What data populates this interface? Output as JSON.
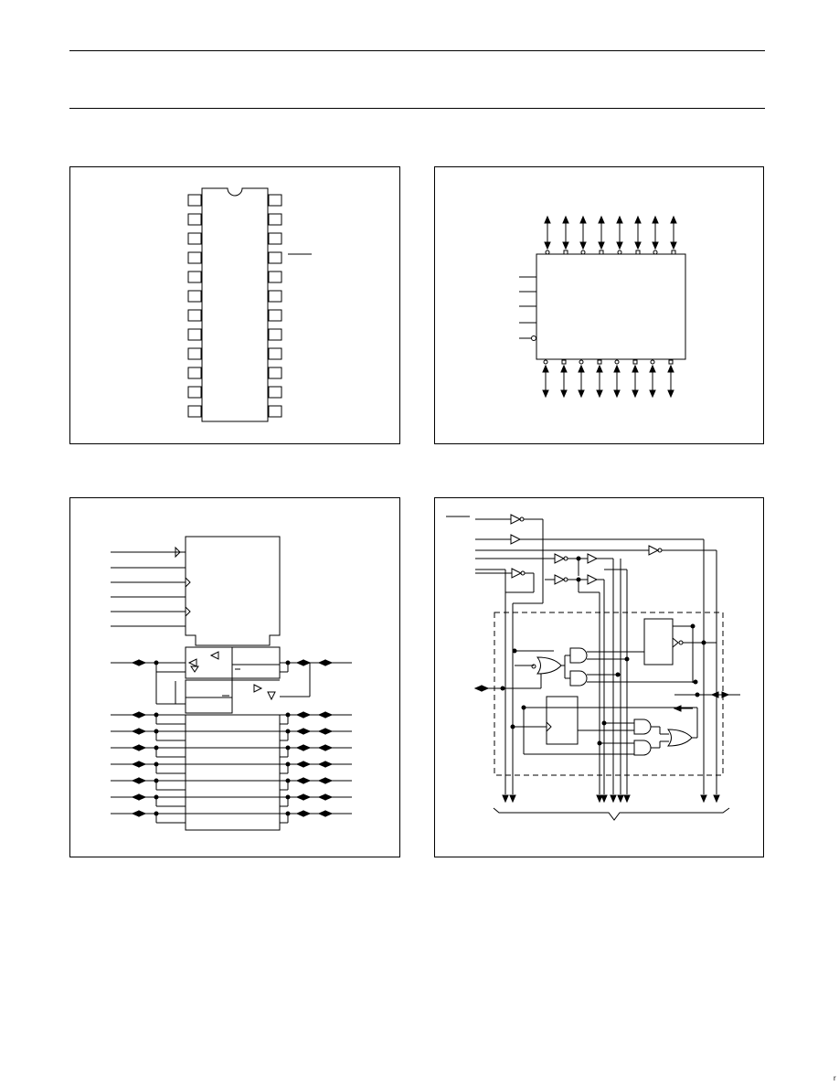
{
  "page": {
    "corner_mark": "r"
  },
  "panels": {
    "pin_configuration": {
      "pin_count_left": 12,
      "pin_count_right": 12
    },
    "logic_symbol": {
      "io_top_count": 8,
      "io_bottom_count": 8,
      "control_inputs": 5
    },
    "iec_logic_symbol": {
      "data_rows": 7
    },
    "logic_diagram": {}
  },
  "colors": {
    "ink": "#000000",
    "paper": "#ffffff"
  }
}
